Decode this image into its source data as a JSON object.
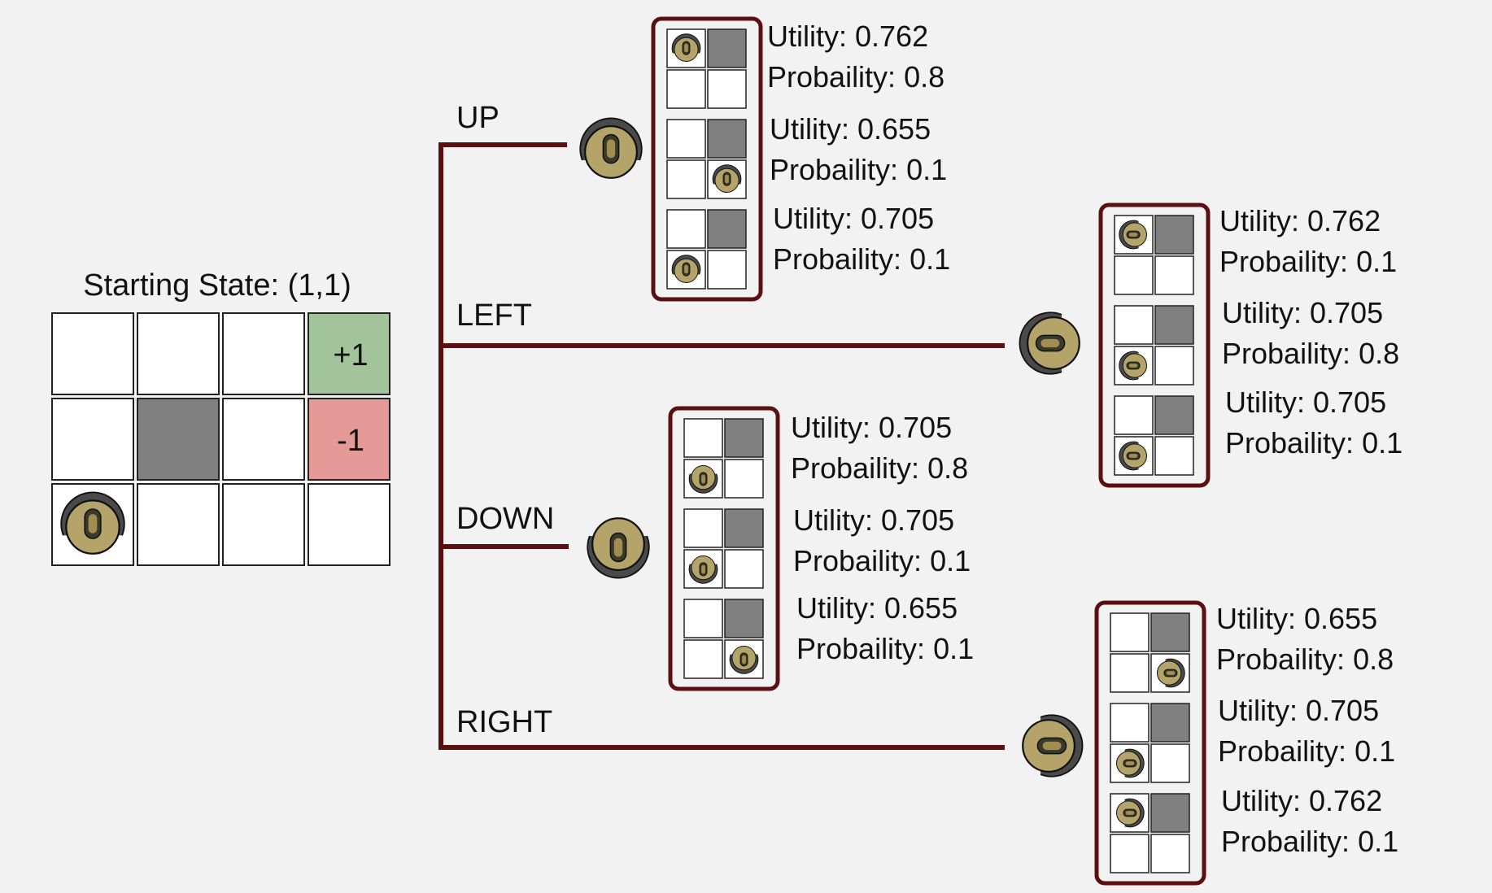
{
  "start": {
    "title": "Starting State: (1,1)",
    "rewards": [
      "+1",
      "-1"
    ]
  },
  "colors": {
    "branch_line": "#5a1010",
    "panel_border": "#5a1010",
    "wall": "#808080",
    "cell": "#ffffff",
    "cell_border": "#222222",
    "positive_cell": "#a1c49b",
    "negative_cell": "#e59a98",
    "robot_body": "#b5a46a",
    "background": "#f2f2f2"
  },
  "robot": {
    "icon": "robot-icon",
    "start_heading": "up"
  },
  "actions": [
    {
      "label": "UP",
      "heading": "up",
      "outcomes": [
        {
          "utility": "Utility: 0.762",
          "probability": "Probaility: 0.8",
          "robot_cell": "top-left",
          "heading": "up"
        },
        {
          "utility": "Utility: 0.655",
          "probability": "Probaility: 0.1",
          "robot_cell": "bottom-right",
          "heading": "up"
        },
        {
          "utility": "Utility: 0.705",
          "probability": "Probaility: 0.1",
          "robot_cell": "bottom-left",
          "heading": "up"
        }
      ]
    },
    {
      "label": "LEFT",
      "heading": "left",
      "outcomes": [
        {
          "utility": "Utility: 0.762",
          "probability": "Probaility: 0.1",
          "robot_cell": "top-left",
          "heading": "left"
        },
        {
          "utility": "Utility: 0.705",
          "probability": "Probaility: 0.8",
          "robot_cell": "bottom-left",
          "heading": "left"
        },
        {
          "utility": "Utility: 0.705",
          "probability": "Probaility: 0.1",
          "robot_cell": "bottom-left",
          "heading": "left"
        }
      ]
    },
    {
      "label": "DOWN",
      "heading": "down",
      "outcomes": [
        {
          "utility": "Utility: 0.705",
          "probability": "Probaility: 0.8",
          "robot_cell": "bottom-left",
          "heading": "down"
        },
        {
          "utility": "Utility: 0.705",
          "probability": "Probaility: 0.1",
          "robot_cell": "bottom-left",
          "heading": "down"
        },
        {
          "utility": "Utility: 0.655",
          "probability": "Probaility: 0.1",
          "robot_cell": "bottom-right",
          "heading": "down"
        }
      ]
    },
    {
      "label": "RIGHT",
      "heading": "right",
      "outcomes": [
        {
          "utility": "Utility: 0.655",
          "probability": "Probaility: 0.8",
          "robot_cell": "bottom-right",
          "heading": "right"
        },
        {
          "utility": "Utility: 0.705",
          "probability": "Probaility: 0.1",
          "robot_cell": "bottom-left",
          "heading": "right"
        },
        {
          "utility": "Utility: 0.762",
          "probability": "Probaility: 0.1",
          "robot_cell": "top-left",
          "heading": "right"
        }
      ]
    }
  ]
}
